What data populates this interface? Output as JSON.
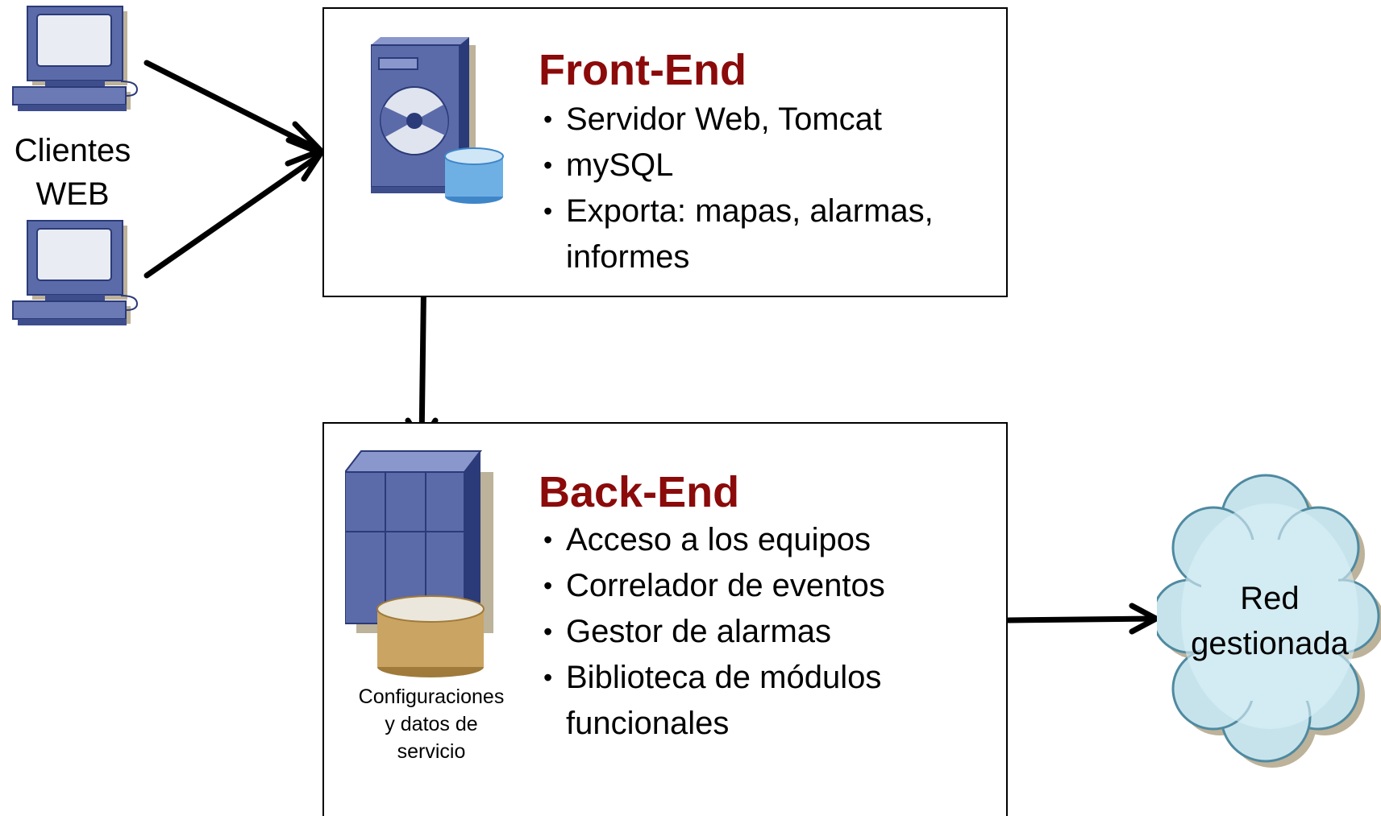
{
  "clients": {
    "label_line1": "Clientes",
    "label_line2": "WEB"
  },
  "frontend": {
    "title": "Front-End",
    "items": [
      "Servidor Web, Tomcat",
      "mySQL",
      "Exporta: mapas, alarmas, informes"
    ]
  },
  "backend": {
    "title": "Back-End",
    "items": [
      "Acceso a los equipos",
      "Correlador de eventos",
      "Gestor de alarmas",
      "Biblioteca de módulos funcionales"
    ],
    "storage_label": "Configuraciones y datos de servicio"
  },
  "network": {
    "label_line1": "Red",
    "label_line2": "gestionada"
  },
  "colors": {
    "title": "#8b0a0a",
    "device_blue": "#5b6aa8",
    "device_dark": "#2b3a78",
    "database_blue": "#8fc3ea",
    "database_gold": "#c9a463",
    "cloud": "#c6e3ec"
  }
}
